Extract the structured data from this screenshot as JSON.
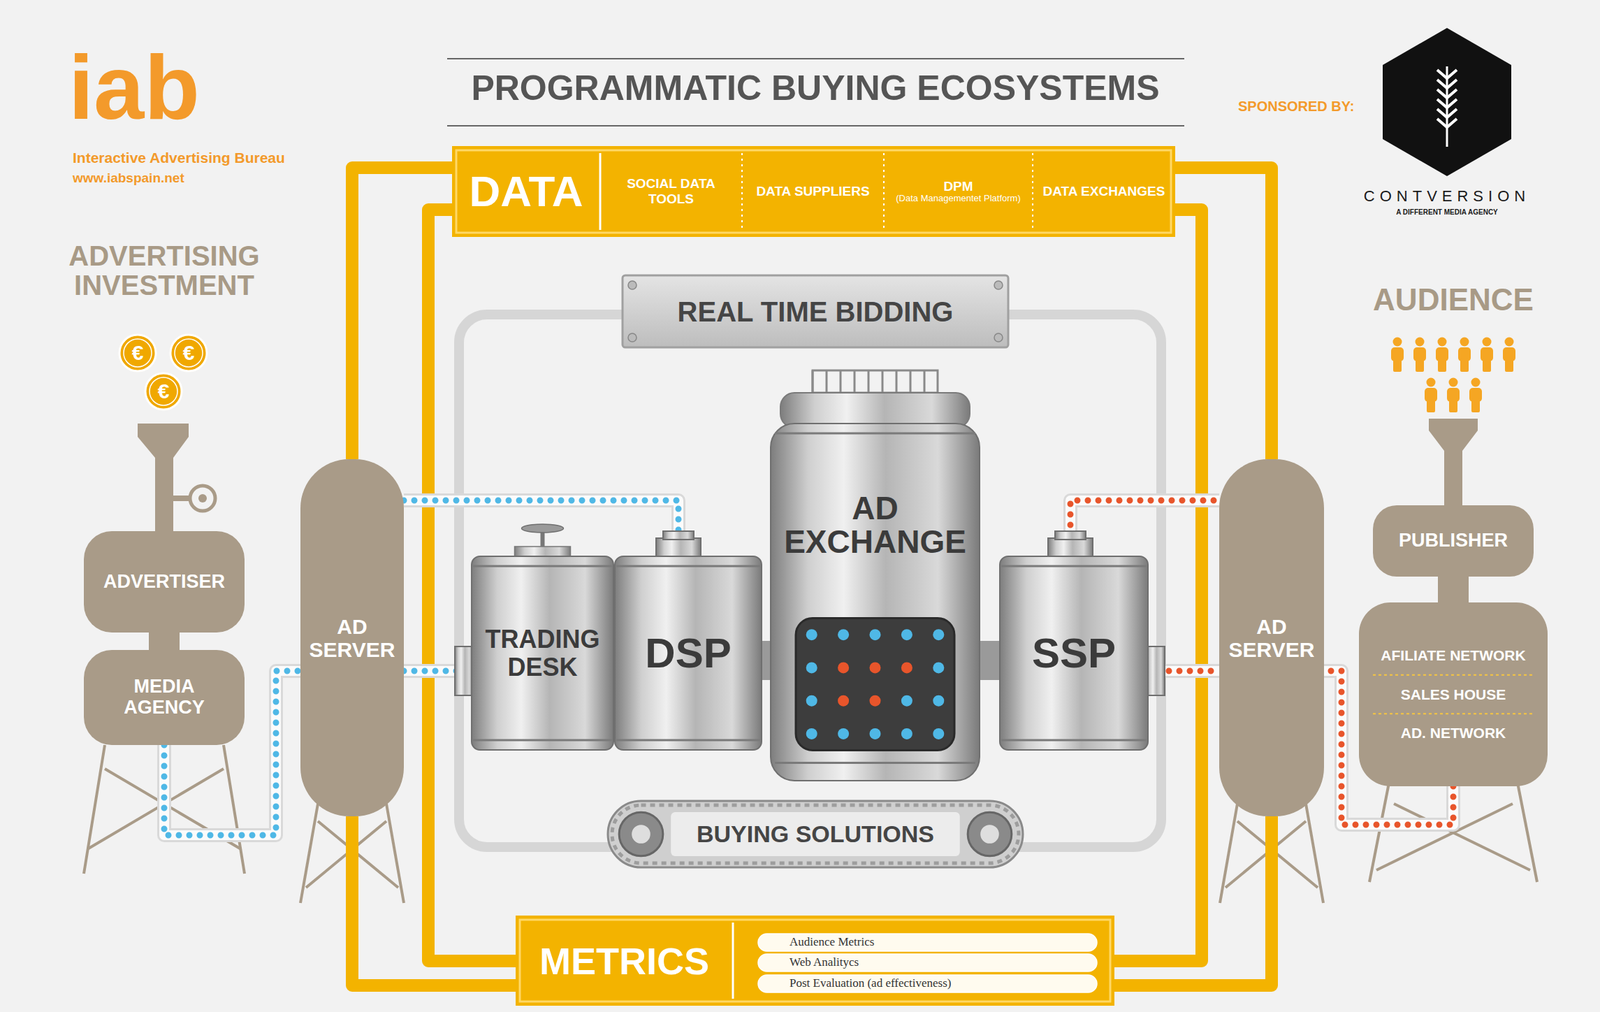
{
  "diagram": {
    "title": "PROGRAMMATIC BUYING ECOSYSTEMS",
    "nodes": [
      {
        "text": [
          "DATA"
        ]
      },
      {
        "text": [
          "SOCIAL DATA TOOLS"
        ],
        "in": 0
      },
      {
        "text": [
          "DATA SUPPLIERS"
        ],
        "in": 0
      },
      {
        "text": [
          "DPM",
          "(Data Managementet Platform)"
        ],
        "in": 0
      },
      {
        "text": [
          "DATA EXCHANGES"
        ],
        "in": 0
      },
      {
        "text": [
          "REAL TIME BIDDING"
        ]
      },
      {
        "text": [
          "ADVERTISER"
        ]
      },
      {
        "text": [
          "MEDIA AGENCY"
        ]
      },
      {
        "text": [
          "AD SERVER"
        ]
      },
      {
        "text": [
          "AD EXCHANGE"
        ]
      },
      {
        "text": [
          "TRADING DESK"
        ]
      },
      {
        "text": [
          "DSP"
        ]
      },
      {
        "text": [
          "SSP"
        ]
      },
      {
        "text": [
          "AD SERVER"
        ]
      },
      {
        "text": [
          "PUBLISHER"
        ]
      },
      {
        "text": [
          "AFILIATE NETWORK",
          "SALES HOUSE",
          "AD. NETWORK"
        ]
      },
      {
        "text": [
          "BUYING SOLUTIONS"
        ]
      },
      {
        "text": [
          "METRICS"
        ]
      },
      {
        "text": [
          "Audience Metrics"
        ],
        "in": 17
      },
      {
        "text": [
          "Web Analitycs"
        ],
        "in": 17
      },
      {
        "text": [
          "Post Evaluation (ad effectiveness)"
        ],
        "in": 17
      }
    ],
    "edges": [
      {
        "from": 7,
        "to": 8,
        "arrow": "none"
      },
      {
        "from": 8,
        "to": 11,
        "arrow": "none"
      },
      {
        "from": 8,
        "to": 10,
        "arrow": "none"
      },
      {
        "from": 12,
        "to": 13,
        "arrow": "none"
      },
      {
        "from": 12,
        "to": 13,
        "arrow": "none"
      },
      {
        "from": 15,
        "to": 13,
        "arrow": "none"
      },
      {
        "from": 11,
        "to": 9,
        "arrow": "none"
      },
      {
        "from": 9,
        "to": 12,
        "arrow": "none"
      },
      {
        "from": 0,
        "to": 8,
        "arrow": "none"
      },
      {
        "from": 0,
        "to": 17,
        "arrow": "none"
      },
      {
        "from": 0,
        "to": 13,
        "arrow": "none"
      },
      {
        "from": 0,
        "to": 17,
        "arrow": "none"
      },
      {
        "from": 8,
        "to": 17,
        "arrow": "none"
      },
      {
        "from": 13,
        "to": 17,
        "arrow": "none"
      },
      {
        "from": 6,
        "to": 7,
        "arrow": "none"
      },
      {
        "from": 14,
        "to": 15,
        "arrow": "none"
      }
    ],
    "labels": [
      "iab",
      "Interactive Advertising Bureau",
      "www.iabspain.net",
      "ADVERTISING INVESTMENT",
      "€",
      "€",
      "€",
      "SPONSORED BY:",
      "CONTVERSION",
      "A DIFFERENT MEDIA AGENCY",
      "AUDIENCE"
    ]
  }
}
